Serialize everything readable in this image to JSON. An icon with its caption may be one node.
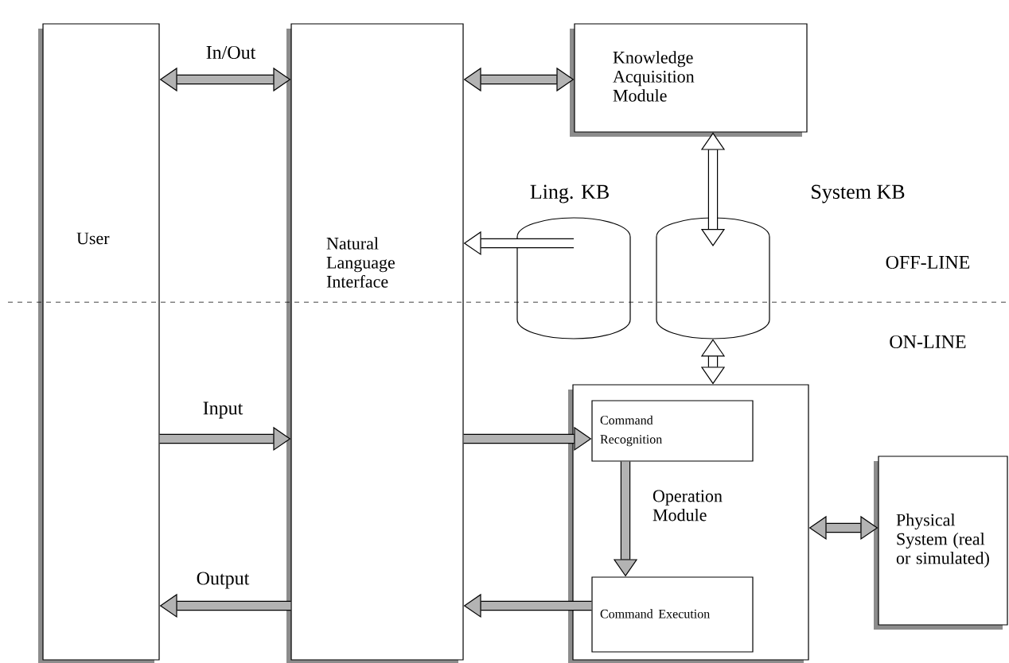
{
  "diagram": {
    "nodes": [
      {
        "text": [
          "User"
        ]
      },
      {
        "text": [
          "Natural Language Interface"
        ]
      },
      {
        "text": [
          "Knowledge Acquisition Module"
        ]
      },
      {
        "text": [],
        "shape": "cylinder",
        "beside": [
          "Ling. KB"
        ]
      },
      {
        "text": [],
        "shape": "cylinder",
        "beside": [
          "System KB"
        ]
      },
      {
        "text": [
          "Operation Module"
        ]
      },
      {
        "text": [
          "Command Recognition"
        ],
        "in": 5
      },
      {
        "text": [
          "Command Execution"
        ],
        "in": 5
      },
      {
        "text": [
          "Physical System (real or simulated)"
        ]
      }
    ],
    "edges": [
      {
        "from": 0,
        "to": 1,
        "arrow": "both",
        "label": "In/Out"
      },
      {
        "from": 1,
        "to": 2,
        "arrow": "both"
      },
      {
        "from": 3,
        "to": 1,
        "arrow": "to"
      },
      {
        "from": 2,
        "to": 4,
        "arrow": "both"
      },
      {
        "from": 4,
        "to": 5,
        "arrow": "both"
      },
      {
        "from": 0,
        "to": 1,
        "arrow": "to",
        "label": "Input"
      },
      {
        "from": 1,
        "to": 6,
        "arrow": "to"
      },
      {
        "from": 6,
        "to": 7,
        "arrow": "to"
      },
      {
        "from": 7,
        "to": 1,
        "arrow": "to"
      },
      {
        "from": 1,
        "to": 0,
        "arrow": "to",
        "label": "Output"
      },
      {
        "from": 5,
        "to": 8,
        "arrow": "both"
      }
    ],
    "labels": [
      "OFF-LINE",
      "ON-LINE"
    ]
  }
}
